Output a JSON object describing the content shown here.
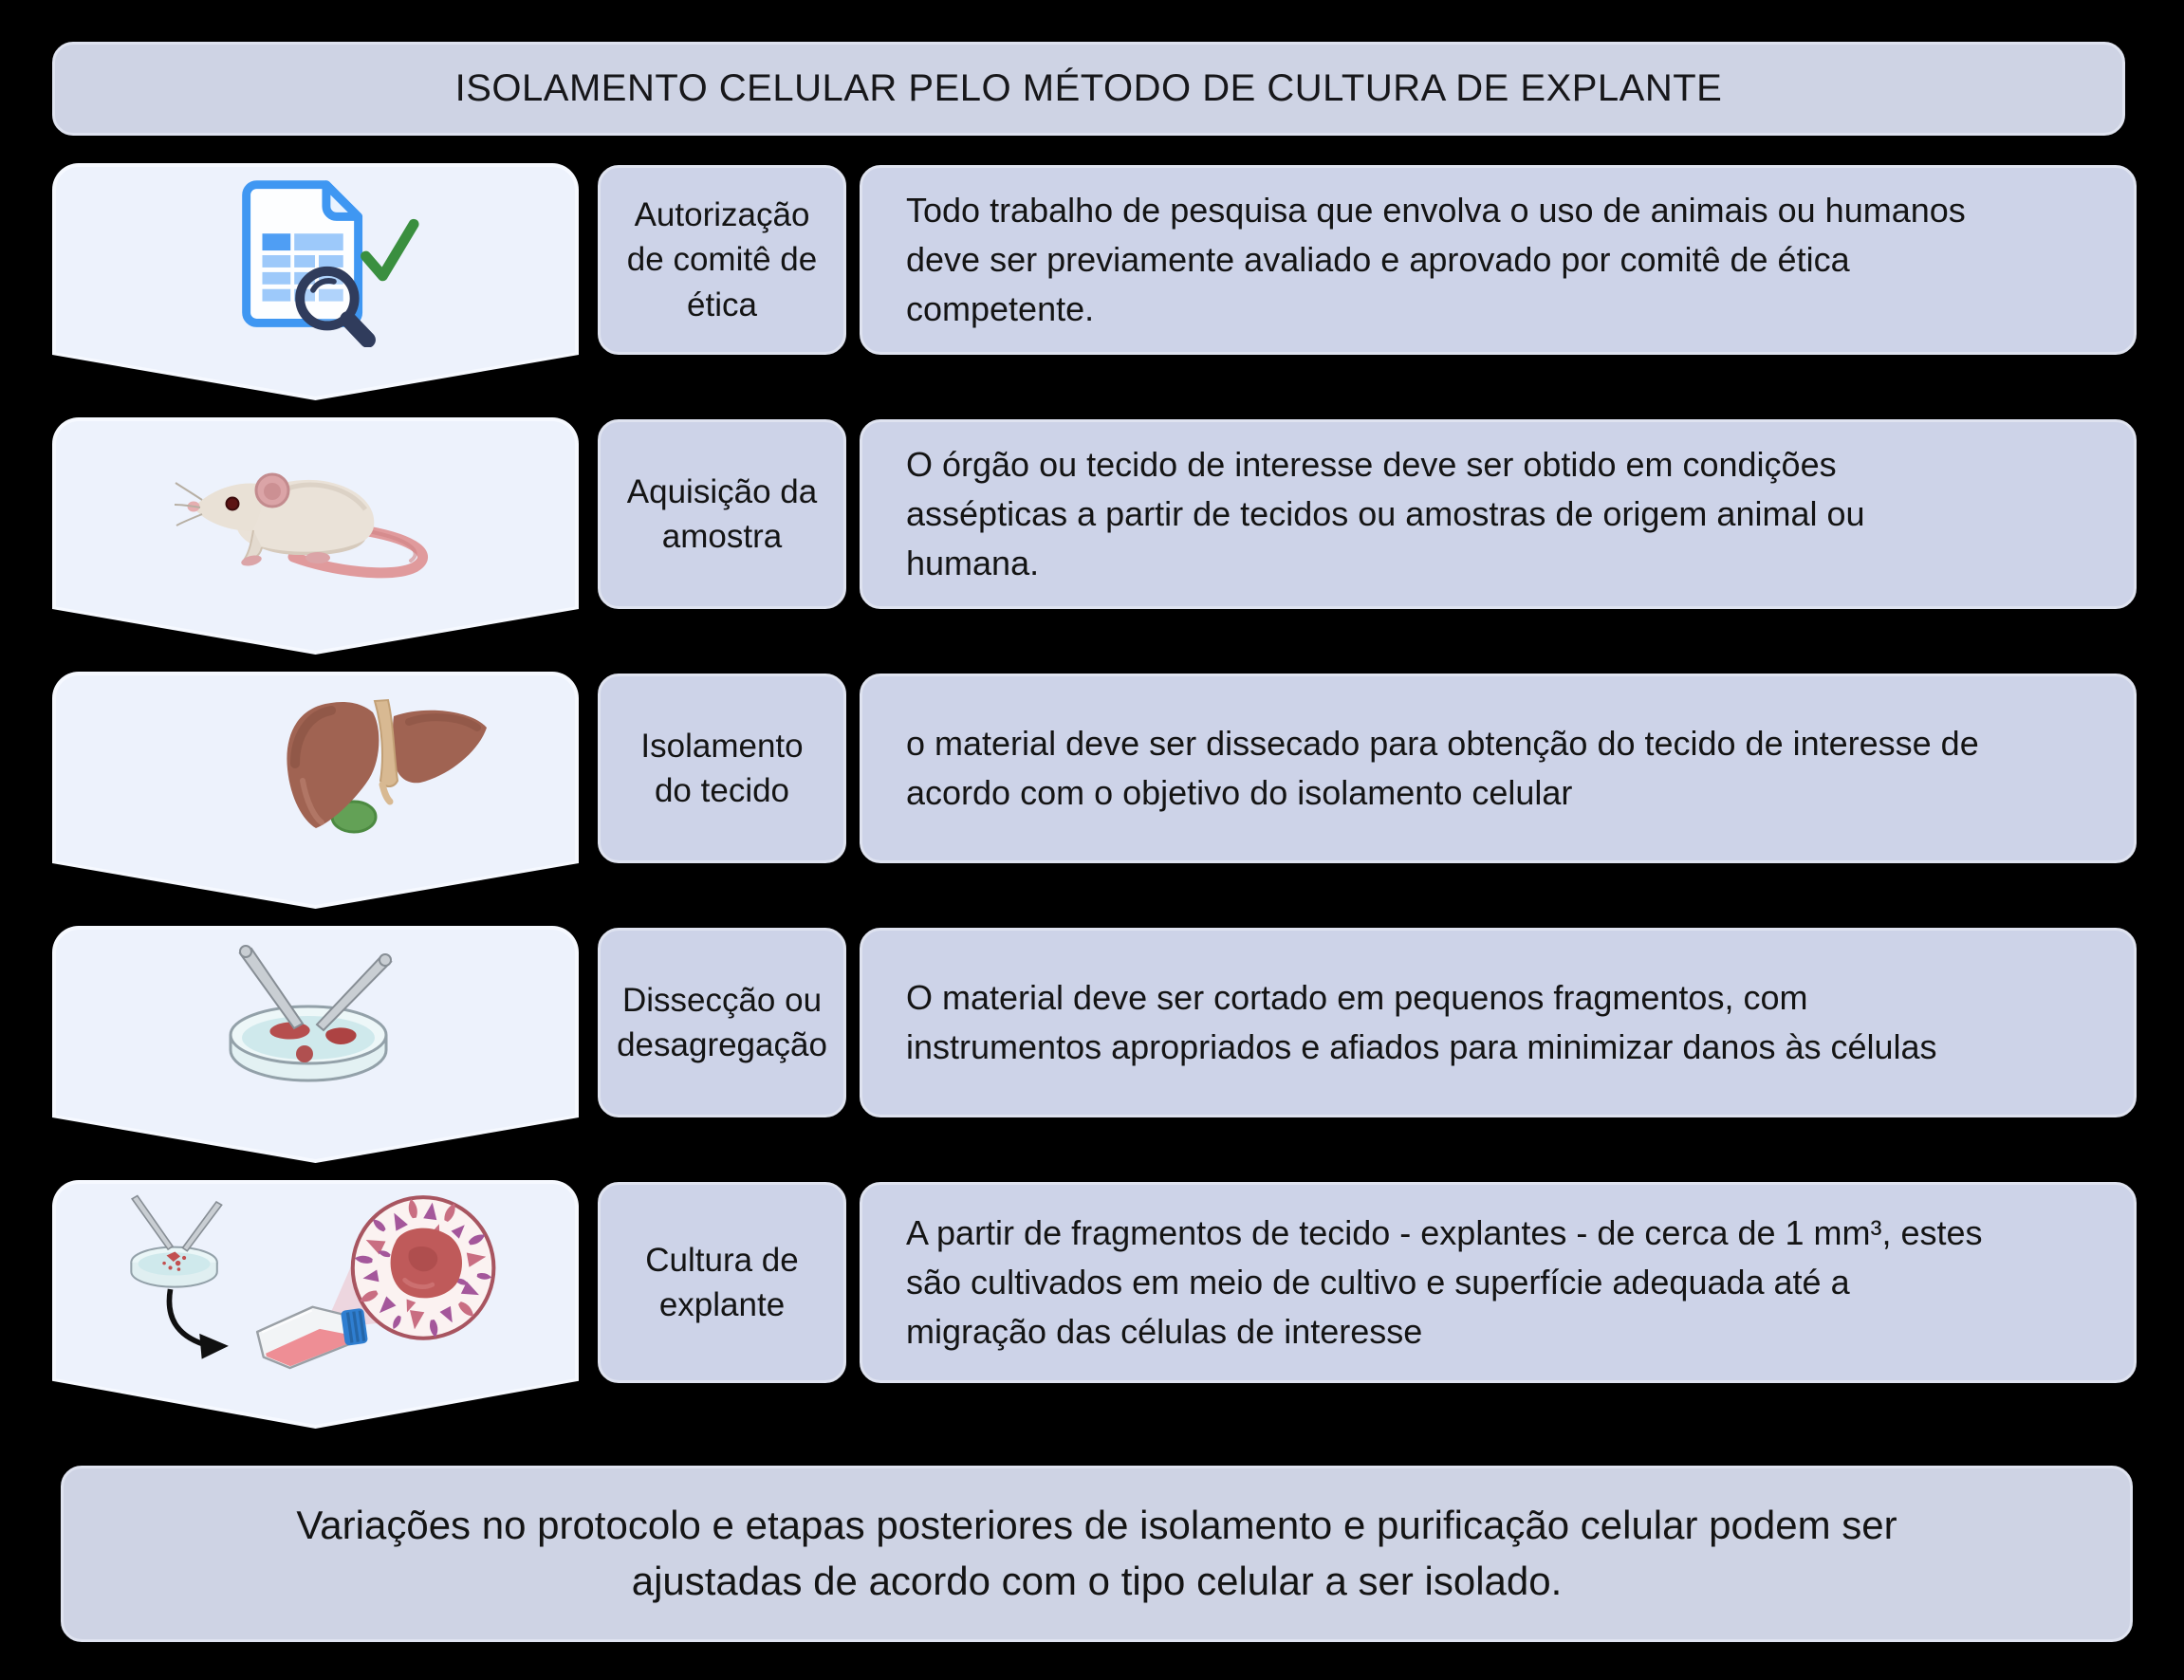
{
  "title": "ISOLAMENTO CELULAR PELO MÉTODO DE CULTURA DE EXPLANTE",
  "steps": [
    {
      "icon": "ethics-approval-document-magnifier",
      "label": "Autorização\nde comitê de\nética",
      "description": "Todo trabalho de pesquisa que envolva o uso de animais ou humanos\ndeve ser previamente avaliado e aprovado por comitê de ética\ncompetente."
    },
    {
      "icon": "lab-mouse",
      "label": "Aquisição da\namostra",
      "description": "O órgão ou tecido de interesse deve ser obtido em condições\nassépticas a partir de tecidos ou amostras de origem animal ou\nhumana."
    },
    {
      "icon": "liver-organ",
      "label": "Isolamento\ndo tecido",
      "description": "o material deve ser dissecado para obtenção do tecido de interesse de\nacordo com o objetivo do isolamento celular"
    },
    {
      "icon": "petri-dish-dissection",
      "label": "Dissecção ou\ndesagregação",
      "description": "O material deve ser cortado em pequenos fragmentos, com\ninstrumentos apropriados e afiados para minimizar danos às células"
    },
    {
      "icon": "explant-culture-flask",
      "label": "Cultura de\nexplante",
      "description": "A partir de fragmentos de tecido - explantes - de cerca de 1 mm³, estes\nsão cultivados em meio de cultivo e superfície adequada até a\nmigração das células de interesse"
    }
  ],
  "footer": "Variações no protocolo e etapas posteriores de isolamento e purificação celular podem ser\najustadas de acordo com o tipo celular a ser isolado.",
  "colors": {
    "background": "#000000",
    "panel_lavender": "#cdd3e6",
    "icon_panel": "#edf2fc",
    "text": "#141414",
    "document_blue": "#3f97f2",
    "check_green": "#3a8f3f",
    "magnifier_navy": "#303c5c",
    "mouse_pink": "#dca4a7",
    "liver_brown": "#a06352",
    "gallbladder_green": "#63a156",
    "tissue_red": "#b64e4e",
    "flask_medium_pink": "#ee8e95",
    "flask_cap_blue": "#2f7ed0",
    "cell_purple": "#a4579b",
    "cell_pink": "#c96e82"
  }
}
